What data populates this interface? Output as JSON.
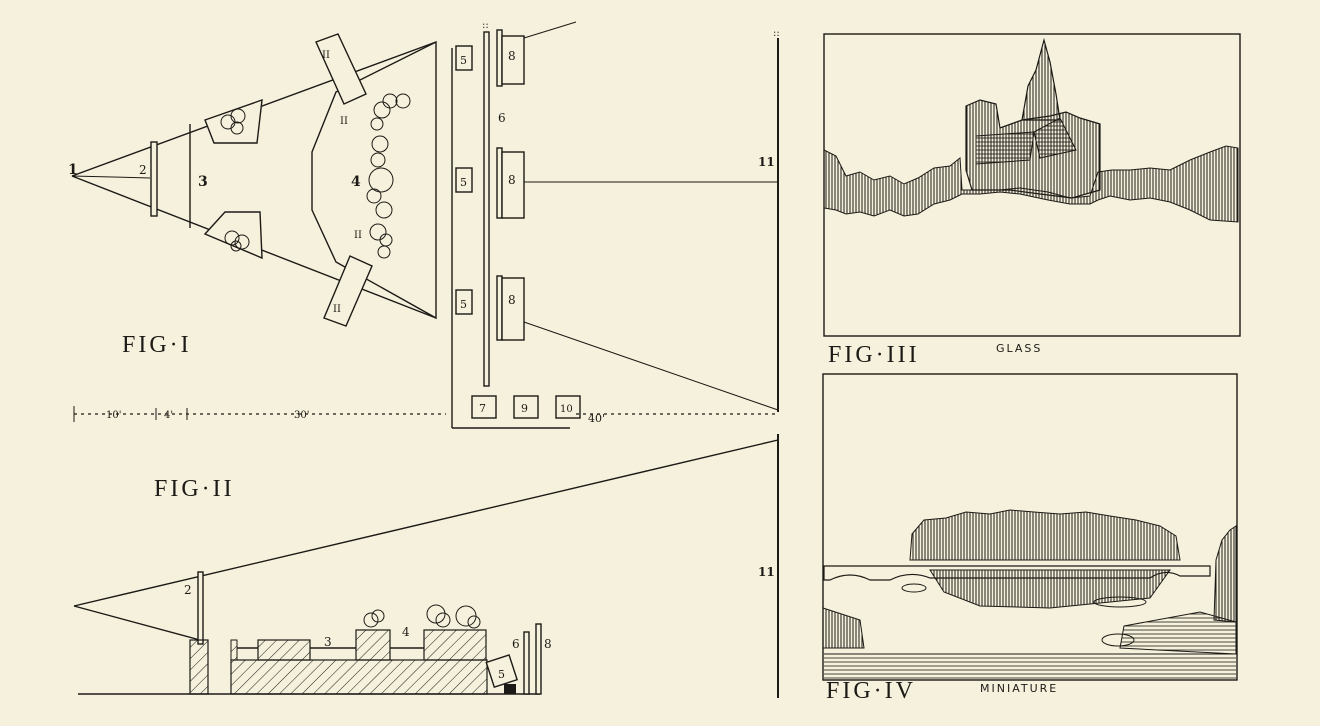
{
  "figures": {
    "fig1": {
      "title": "FIG·I"
    },
    "fig2": {
      "title": "FIG·II"
    },
    "fig3": {
      "title": "FIG·III",
      "caption": "GLASS"
    },
    "fig4": {
      "title": "FIG·IV",
      "caption": "MINIATURE"
    }
  },
  "plan_labels": {
    "l1": "1",
    "l2": "2",
    "l3": "3",
    "l4": "4",
    "l5a": "5",
    "l5b": "5",
    "l5c": "5",
    "l6": "6",
    "l8a": "8",
    "l8b": "8",
    "l8c": "8",
    "l7": "7",
    "l9": "9",
    "l10": "10",
    "l11": "11",
    "lII_top": "II",
    "lII_mid": "II",
    "lII_low": "II",
    "lII_bot": "II"
  },
  "dimensions": {
    "d10": "10'",
    "d4": "4'",
    "d30": "30'",
    "d40": "40'"
  },
  "section_labels": {
    "s2": "2",
    "s3": "3",
    "s4": "4",
    "s5": "5",
    "s6": "6",
    "s8": "8",
    "s11": "11"
  }
}
